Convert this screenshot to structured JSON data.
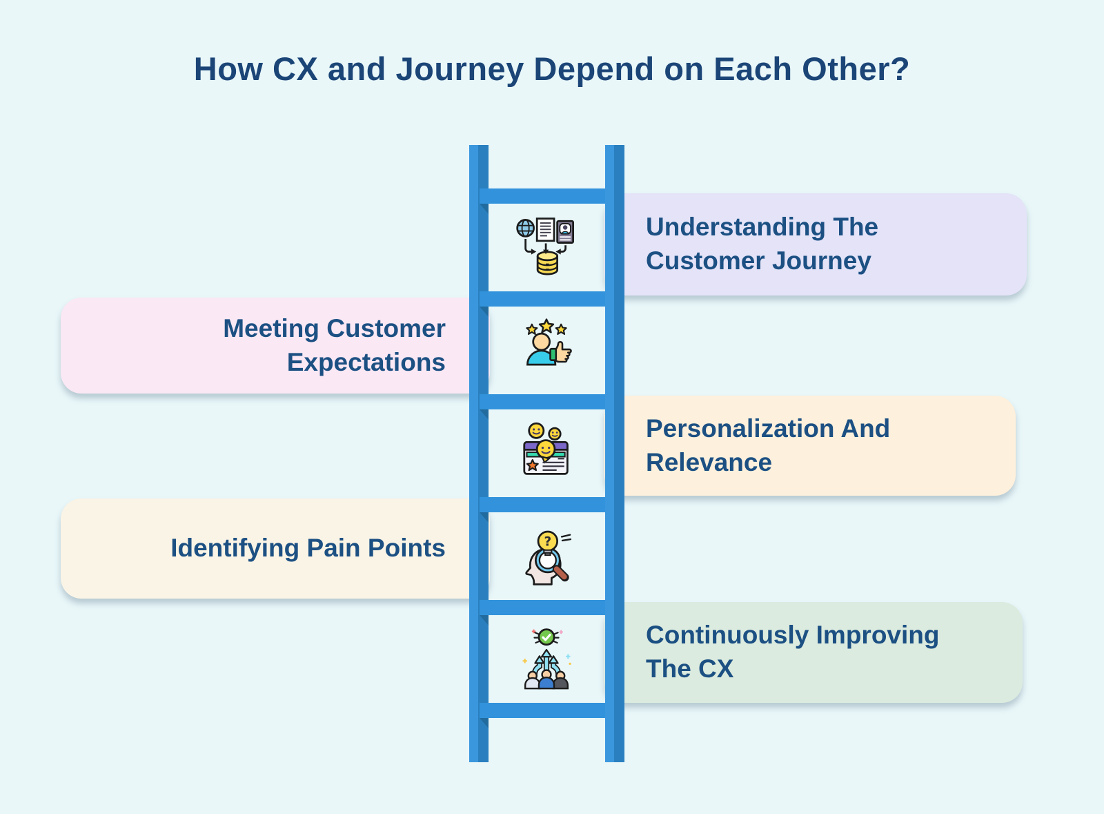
{
  "title": "How CX and Journey Depend on Each Other?",
  "steps": [
    {
      "label": "Understanding The Customer Journey",
      "lines": [
        "Understanding The",
        "Customer Journey"
      ],
      "side": "right",
      "card_color": "#e4e3f8",
      "icon": "customer-journey-data-icon"
    },
    {
      "label": "Meeting Customer Expectations",
      "lines": [
        "Meeting Customer",
        "Expectations"
      ],
      "side": "left",
      "card_color": "#fae8f4",
      "icon": "customer-satisfaction-icon"
    },
    {
      "label": "Personalization And Relevance",
      "lines": [
        "Personalization And",
        "Relevance"
      ],
      "side": "right",
      "card_color": "#fdf0dc",
      "icon": "feedback-review-icon"
    },
    {
      "label": "Identifying Pain Points",
      "lines": [
        "Identifying Pain Points"
      ],
      "side": "left",
      "card_color": "#faf4e6",
      "icon": "pain-point-insight-icon"
    },
    {
      "label": "Continuously Improving The CX",
      "lines": [
        "Continuously Improving",
        "The CX"
      ],
      "side": "right",
      "card_color": "#dcebdf",
      "icon": "continuous-improvement-icon"
    }
  ],
  "colors": {
    "background": "#e9f7f9",
    "title_text": "#1b4577",
    "card_text": "#1c5083",
    "ladder_rail_light": "#3b97dd",
    "ladder_rail_dark": "#2a80bf",
    "ladder_rung": "#3293dc"
  }
}
